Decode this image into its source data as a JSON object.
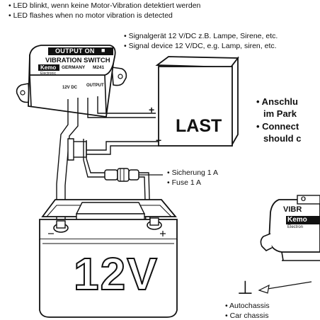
{
  "top_notes": [
    "• LED blinkt, wenn keine Motor-Vibration detektiert werden",
    "• LED flashes when no motor vibration is detected"
  ],
  "signal_notes": [
    "• Signalgerät 12 V/DC z.B. Lampe, Sirene, etc.",
    "• Signal device 12 V/DC, e.g. Lamp, siren, etc."
  ],
  "module": {
    "header": "OUTPUT ON",
    "title": "VIBRATION SWITCH",
    "brand": "Kemo",
    "subbrand": "Electronic",
    "country": "GERMANY",
    "model": "M241",
    "label_power": "12V DC",
    "label_output": "OUTPUT"
  },
  "load": {
    "label": "LAST",
    "plus": "+",
    "minus": "−"
  },
  "right_notes": [
    "• Anschlu",
    "im Park",
    "• Connect",
    "should c"
  ],
  "fuse_notes": [
    "• Sicherung 1 A",
    "• Fuse 1 A"
  ],
  "battery": {
    "label": "12V"
  },
  "chassis": {
    "symbol": "⊥",
    "notes": [
      "• Autochassis",
      "• Car chassis"
    ]
  },
  "module2": {
    "header": "O",
    "title": "VIBR",
    "brand": "Kemo",
    "subbrand": "Electron"
  }
}
